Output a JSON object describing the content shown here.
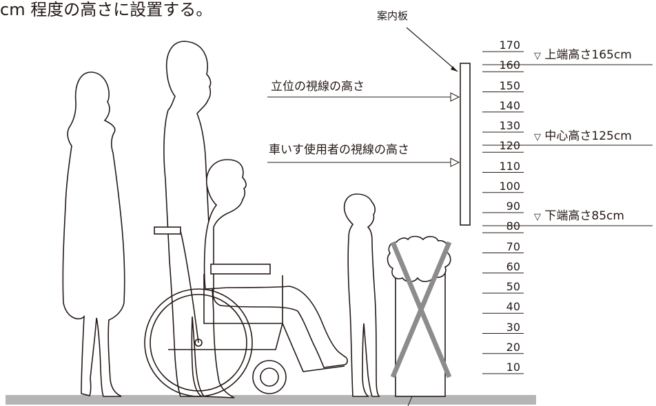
{
  "caption": "cm 程度の高さに設置する。",
  "sign_label": "案内板",
  "eye_levels": {
    "standing": "立位の視線の高さ",
    "wheelchair": "車いす使用者の視線の高さ"
  },
  "markers": [
    {
      "symbol": "▽",
      "label": "上端高さ165cm"
    },
    {
      "symbol": "▽",
      "label": "中心高さ125cm"
    },
    {
      "symbol": "▽",
      "label": "下端高さ85cm"
    }
  ],
  "scale_ticks": [
    "170",
    "160",
    "150",
    "140",
    "130",
    "120",
    "110",
    "100",
    "90",
    "80",
    "70",
    "60",
    "50",
    "40",
    "30",
    "20",
    "10"
  ],
  "colors": {
    "line": "#231815",
    "ground": "#b5b5b6",
    "cross": "#8c8c8c"
  }
}
